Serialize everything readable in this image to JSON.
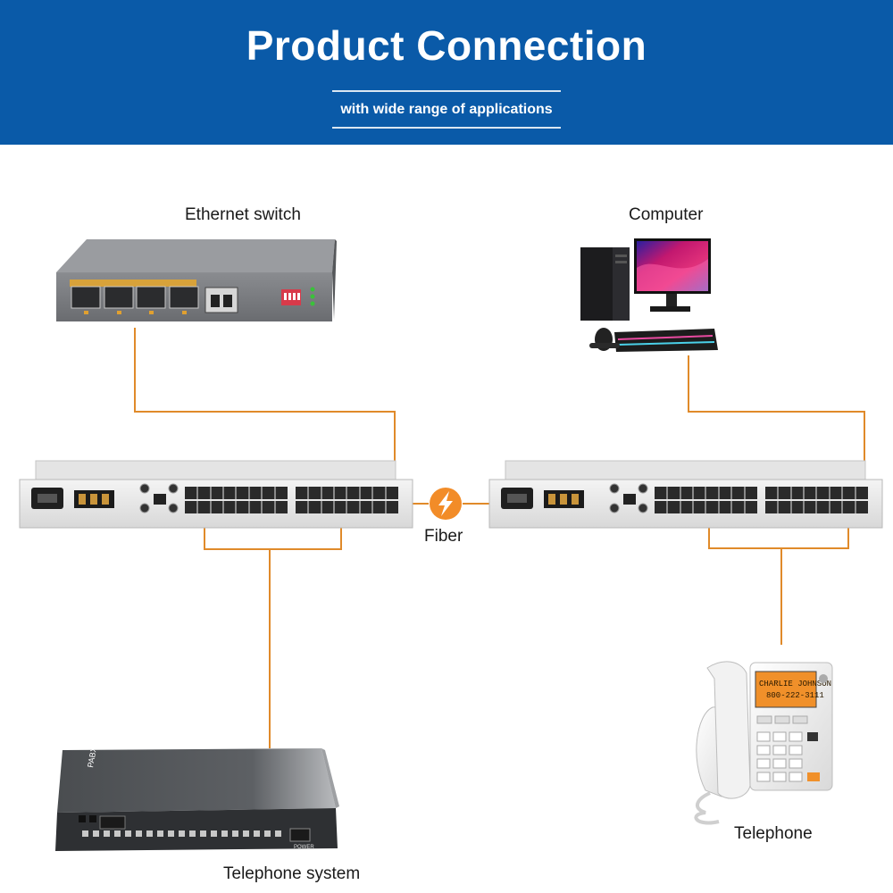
{
  "banner": {
    "title": "Product Connection",
    "subtitle": "with wide range of applications",
    "background_color": "#0a5aa8"
  },
  "devices": {
    "ethernet_switch": {
      "label": "Ethernet switch"
    },
    "computer": {
      "label": "Computer"
    },
    "telephone_system": {
      "label": "Telephone system",
      "brand_text": "PABX",
      "power_label": "POWER"
    },
    "telephone": {
      "label": "Telephone",
      "screen_name": "CHARLIE JOHNSON",
      "screen_number": "800-222-3111"
    }
  },
  "fiber": {
    "label": "Fiber",
    "icon": "fiber-link-icon",
    "color": "#f28c28"
  },
  "connector_color": "#e08a2a"
}
